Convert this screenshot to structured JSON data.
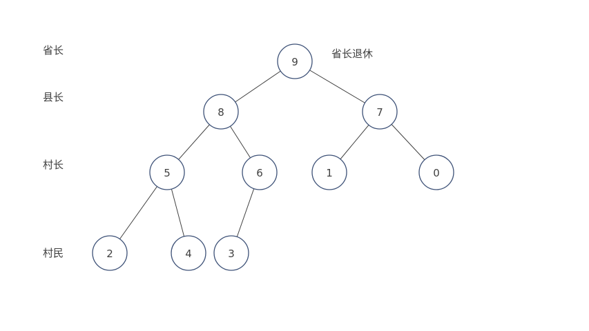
{
  "diagram": {
    "type": "binary-tree-heap",
    "annotation": "省长退休",
    "row_labels": [
      "省长",
      "县长",
      "村长",
      "村民"
    ],
    "nodes": [
      {
        "value": "9"
      },
      {
        "value": "8"
      },
      {
        "value": "7"
      },
      {
        "value": "5"
      },
      {
        "value": "6"
      },
      {
        "value": "1"
      },
      {
        "value": "0"
      },
      {
        "value": "2"
      },
      {
        "value": "4"
      },
      {
        "value": "3"
      }
    ],
    "edges": [
      [
        "9",
        "8"
      ],
      [
        "9",
        "7"
      ],
      [
        "8",
        "5"
      ],
      [
        "8",
        "6"
      ],
      [
        "7",
        "1"
      ],
      [
        "7",
        "0"
      ],
      [
        "5",
        "2"
      ],
      [
        "5",
        "4"
      ],
      [
        "6",
        "3"
      ]
    ],
    "colors": {
      "node_stroke": "#3d5177",
      "edge": "#404040",
      "text": "#404040",
      "background": "#ffffff"
    }
  }
}
